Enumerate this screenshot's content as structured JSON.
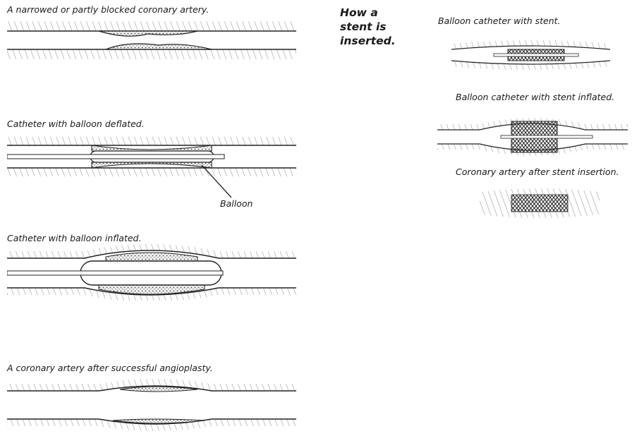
{
  "title": "How a stent is inserted.",
  "left_panels": [
    {
      "caption": "A narrowed or partly blocked coronary artery."
    },
    {
      "caption": "Catheter with balloon deflated.",
      "callout": "Balloon"
    },
    {
      "caption": "Catheter with balloon inflated."
    },
    {
      "caption": "A coronary artery after successful angioplasty."
    }
  ],
  "right_panels": [
    {
      "caption": "Balloon catheter with stent."
    },
    {
      "caption": "Balloon catheter with stent inflated."
    },
    {
      "caption": "Coronary artery after stent insertion."
    }
  ]
}
